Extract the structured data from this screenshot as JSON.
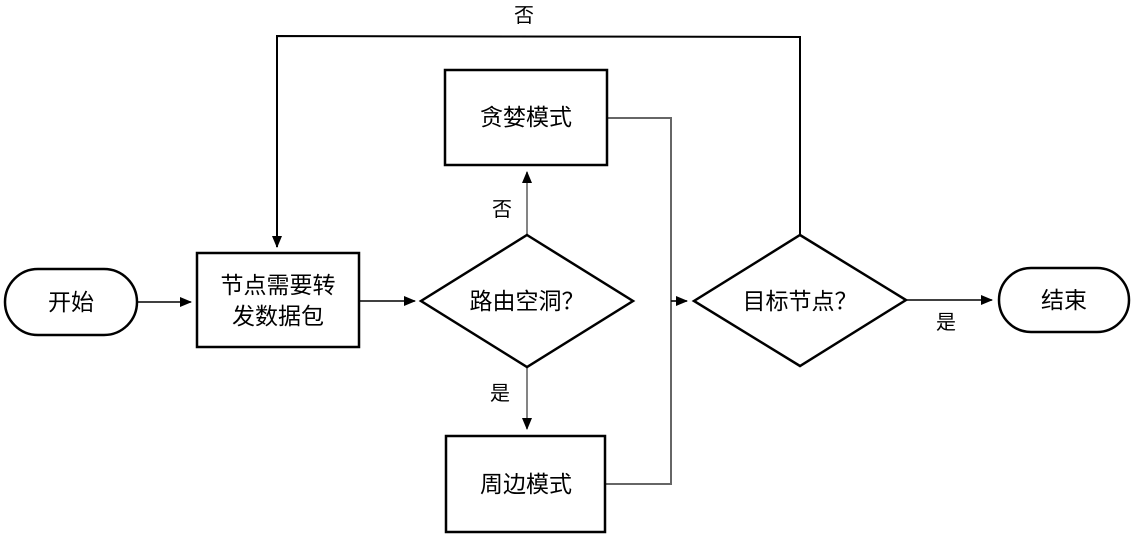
{
  "diagram": {
    "type": "flowchart",
    "nodes": {
      "start": {
        "label": "开始",
        "shape": "terminator"
      },
      "forward": {
        "line1": "节点需要转",
        "line2": "发数据包",
        "shape": "process"
      },
      "routing_hole": {
        "label": "路由空洞？",
        "shape": "decision"
      },
      "greedy": {
        "label": "贪婪模式",
        "shape": "process"
      },
      "perimeter": {
        "label": "周边模式",
        "shape": "process"
      },
      "target_node": {
        "label": "目标节点？",
        "shape": "decision"
      },
      "end": {
        "label": "结束",
        "shape": "terminator"
      }
    },
    "edge_labels": {
      "loop_no": "否",
      "hole_no": "否",
      "hole_yes": "是",
      "target_yes": "是"
    },
    "colors": {
      "shape_stroke": "#000000",
      "main_line": "#000000",
      "connector_gray": "#666666",
      "fill": "#ffffff",
      "text": "#000000"
    }
  }
}
